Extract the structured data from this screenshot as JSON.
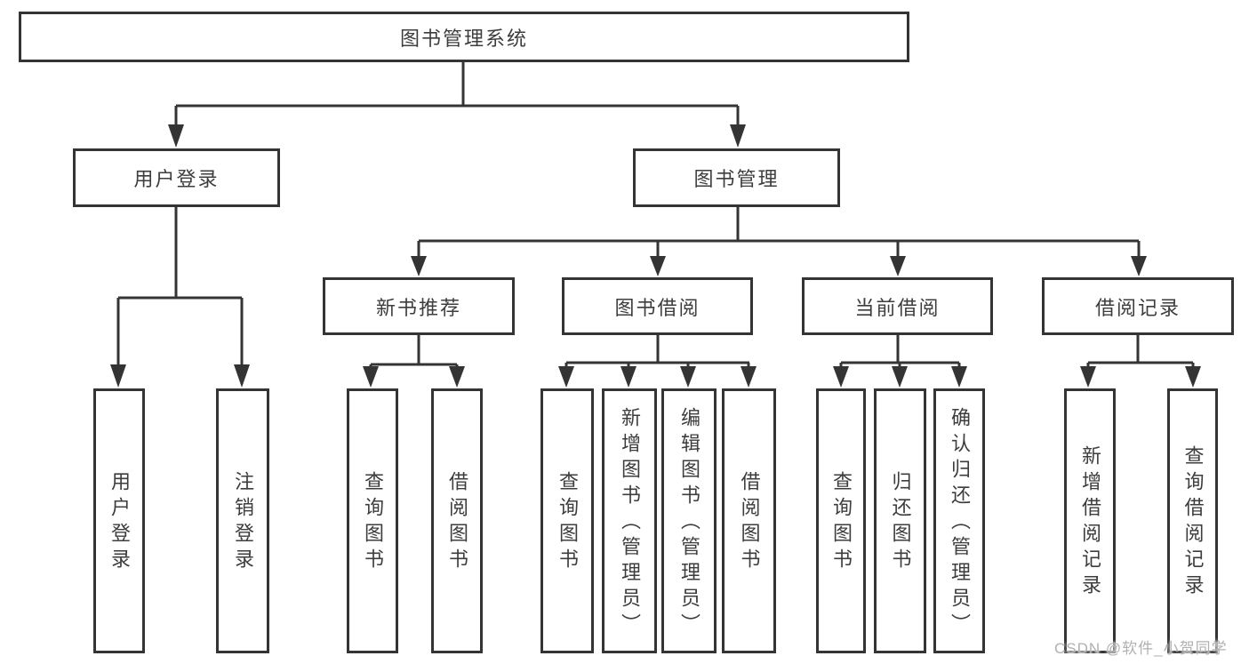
{
  "tree": {
    "root": {
      "label": "图书管理系统",
      "children": [
        {
          "label": "用户登录",
          "children": [
            {
              "label": "用户登录"
            },
            {
              "label": "注销登录"
            }
          ]
        },
        {
          "label": "图书管理",
          "children": [
            {
              "label": "新书推荐",
              "children": [
                {
                  "label": "查询图书"
                },
                {
                  "label": "借阅图书"
                }
              ]
            },
            {
              "label": "图书借阅",
              "children": [
                {
                  "label": "查询图书"
                },
                {
                  "label": "新增图书（管理员）"
                },
                {
                  "label": "编辑图书（管理员）"
                },
                {
                  "label": "借阅图书"
                }
              ]
            },
            {
              "label": "当前借阅",
              "children": [
                {
                  "label": "查询图书"
                },
                {
                  "label": "归还图书"
                },
                {
                  "label": "确认归还（管理员）"
                }
              ]
            },
            {
              "label": "借阅记录",
              "children": [
                {
                  "label": "新增借阅记录"
                },
                {
                  "label": "查询借阅记录"
                }
              ]
            }
          ]
        }
      ]
    }
  },
  "watermark": {
    "text": "CSDN @软件_小贺同学"
  },
  "colors": {
    "line": "#343434",
    "box_border": "#343434",
    "box_text": "#3d3d3d",
    "watermark": "#b0b0b0",
    "background": "#ffffff"
  }
}
